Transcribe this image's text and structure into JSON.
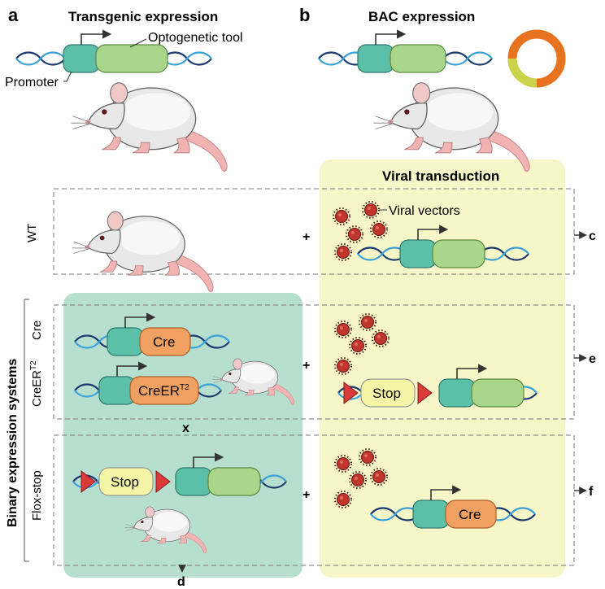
{
  "panels": {
    "a": {
      "label": "a",
      "title": "Transgenic expression",
      "tool_label": "Optogenetic tool",
      "promoter_label": "Promoter"
    },
    "b": {
      "label": "b",
      "title": "BAC expression"
    }
  },
  "viral": {
    "title": "Viral transduction",
    "vectors_label": "Viral vectors"
  },
  "rows": {
    "wt": {
      "label": "WT",
      "outcome": "c"
    },
    "cre": {
      "label": "Cre",
      "gene": "Cre"
    },
    "creer": {
      "label": "CreER",
      "label_sup": "T2",
      "gene": "CreER",
      "gene_sup": "T2",
      "outcome": "e"
    },
    "floxstop": {
      "label": "Flox-stop",
      "stop": "Stop",
      "outcome": "f",
      "viral_gene": "Cre"
    }
  },
  "binary_title": "Binary expression systems",
  "cross_symbol": "x",
  "plus_symbol": "+",
  "stop_label": "Stop",
  "bottom_outcome": "d",
  "colors": {
    "green_panel": "#b7dfd0",
    "yellow_panel": "#f6f6c8",
    "promoter": "#5cbfa8",
    "tool": "#a8d58a",
    "cre": "#f0a060",
    "stop": "#f5f5a6",
    "loxp": "#d93a3a",
    "dna_dark": "#1a3a6e",
    "dna_light": "#3aa0d8",
    "virus": "#c0362c",
    "plasmid_orange": "#e8731e",
    "plasmid_yellow": "#c9d44a"
  }
}
